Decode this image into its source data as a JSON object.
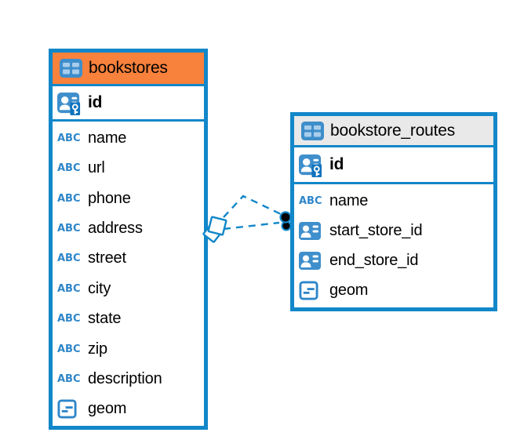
{
  "diagram": {
    "type": "entity-relationship-diagram",
    "background": "#ffffff"
  },
  "colors": {
    "table_border": "#1287c9",
    "bookstores_header": "#f8813c",
    "bookstore_routes_header": "#e9e9e9",
    "icon_blue": "#3f8fcc",
    "icon_dark_blue": "#1173be",
    "icon_light_blue": "#a9cdec",
    "type_icon_blue": "#2e86c9",
    "connector_blue": "#1287c9",
    "endpoint_dot": "#000000",
    "text": "#000000"
  },
  "icons": {
    "text_type_label": "ABC",
    "table_icon": "table-grid",
    "primary_key_icon": "person-with-key",
    "foreign_key_icon": "person-badge",
    "geometry_icon": "square-with-dashes"
  },
  "tables": [
    {
      "name": "bookstores",
      "header_style": "orange",
      "columns": [
        {
          "name": "id",
          "type": "primary-key"
        },
        {
          "name": "name",
          "type": "text"
        },
        {
          "name": "url",
          "type": "text"
        },
        {
          "name": "phone",
          "type": "text"
        },
        {
          "name": "address",
          "type": "text"
        },
        {
          "name": "street",
          "type": "text"
        },
        {
          "name": "city",
          "type": "text"
        },
        {
          "name": "state",
          "type": "text"
        },
        {
          "name": "zip",
          "type": "text"
        },
        {
          "name": "description",
          "type": "text"
        },
        {
          "name": "geom",
          "type": "geometry"
        }
      ]
    },
    {
      "name": "bookstore_routes",
      "header_style": "gray",
      "columns": [
        {
          "name": "id",
          "type": "primary-key"
        },
        {
          "name": "name",
          "type": "text"
        },
        {
          "name": "start_store_id",
          "type": "foreign-key"
        },
        {
          "name": "end_store_id",
          "type": "foreign-key"
        },
        {
          "name": "geom",
          "type": "geometry"
        }
      ]
    }
  ],
  "relationships": [
    {
      "from_table": "bookstore_routes",
      "from_column": "start_store_id",
      "to_table": "bookstores",
      "to_column": "id",
      "line_style": "dashed"
    },
    {
      "from_table": "bookstore_routes",
      "from_column": "end_store_id",
      "to_table": "bookstores",
      "to_column": "id",
      "line_style": "dashed"
    }
  ]
}
